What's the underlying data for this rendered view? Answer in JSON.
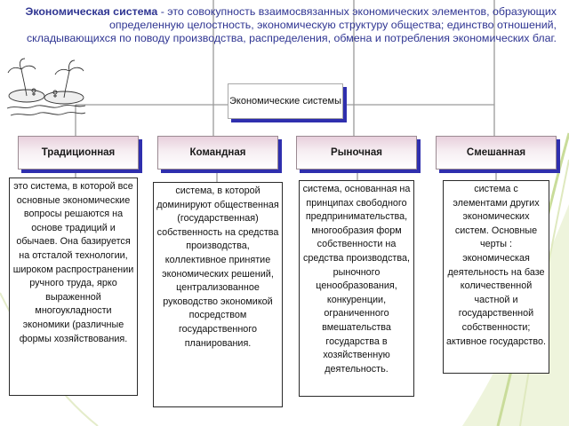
{
  "title": {
    "term": "Экономическая система",
    "definition": " - это совокупность взаимосвязанных экономических элементов, образующих определенную целостность, экономическую структуру общества; единство отношений, складывающихся по поводу производства, распределения, обмена и потребления экономических благ."
  },
  "central": {
    "label": "Экономические системы"
  },
  "types": [
    {
      "label": "Традиционная",
      "description": "это система, в которой все основные экономические вопросы решаются на основе традиций и обычаев. Она базируется на отсталой технологии, широком распространении ручного труда, ярко выраженной многоукладности экономики (различные формы хозяйствования."
    },
    {
      "label": "Командная",
      "description": "система, в которой доминируют общественная (государственная) собственность на средства производства, коллективное принятие экономических решений, централизованное руководство экономикой посредством государственного планирования."
    },
    {
      "label": "Рыночная",
      "description": "система, основанная на принципах свободного предпринимательства, многообразия форм собственности на средства производства, рыночного ценообразования, конкуренции, ограниченного вмешательства государства в хозяйственную деятельность."
    },
    {
      "label": "Смешанная",
      "description": "система с элементами других экономических систем. Основные черты : экономическая деятельность на базе количественной частной и государственной собственности; активное государство."
    }
  ],
  "colors": {
    "title": "#2f3592",
    "shadow": "#2f2fae",
    "swoosh": "#c9dc9a"
  }
}
